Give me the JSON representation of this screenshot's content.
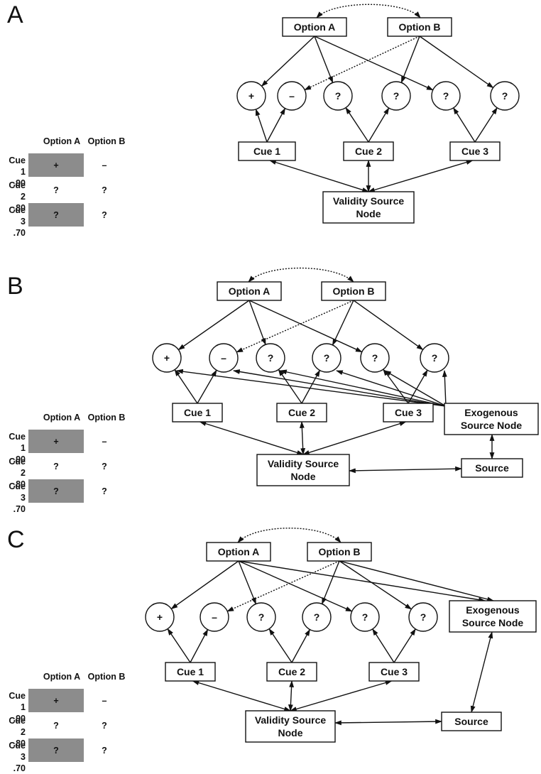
{
  "panels": [
    {
      "letter": "A"
    },
    {
      "letter": "B"
    },
    {
      "letter": "C"
    }
  ],
  "nodes": {
    "option_a": "Option A",
    "option_b": "Option B",
    "cue1": "Cue 1",
    "cue2": "Cue 2",
    "cue3": "Cue 3",
    "validity": [
      "Validity Source",
      "Node"
    ],
    "exogenous": [
      "Exogenous",
      "Source Node"
    ],
    "source": "Source",
    "circles": [
      "+",
      "–",
      "?",
      "?",
      "?",
      "?"
    ]
  },
  "table": {
    "headers": [
      "Option A",
      "Option B"
    ],
    "rows": [
      {
        "cue": "Cue 1",
        "validity": ".90",
        "a": "+",
        "b": "–",
        "shaded": true
      },
      {
        "cue": "Cue 2",
        "validity": ".80",
        "a": "?",
        "b": "?",
        "shaded": false
      },
      {
        "cue": "Cue 3",
        "validity": ".70",
        "a": "?",
        "b": "?",
        "shaded": true
      }
    ]
  },
  "colors": {
    "stroke": "#111111",
    "shade": "#8c8c8c",
    "background": "#ffffff"
  }
}
